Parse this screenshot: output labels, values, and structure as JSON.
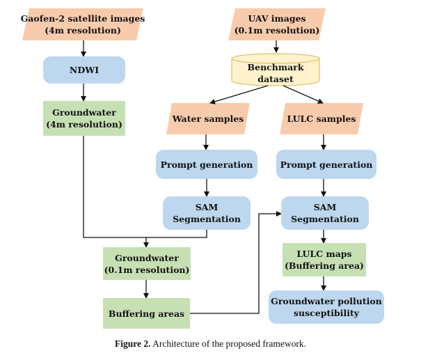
{
  "nodes": {
    "gaofen": {
      "lines": [
        "Gaofen-2 satellite images",
        "(4m resolution)"
      ],
      "fill": "#f8cbad"
    },
    "uav": {
      "lines": [
        "UAV images",
        "(0.1m resolution)"
      ],
      "fill": "#f8cbad"
    },
    "ndwi": {
      "lines": [
        "NDWI"
      ]
    },
    "benchmark": {
      "lines": [
        "Benchmark",
        "dataset"
      ],
      "fill": "#fff2cc",
      "stroke": "#d6b656"
    },
    "groundwater_4m": {
      "lines": [
        "Groundwater",
        "(4m resolution)"
      ]
    },
    "water_samples": {
      "lines": [
        "Water samples"
      ],
      "fill": "#f8cbad"
    },
    "lulc_samples": {
      "lines": [
        "LULC samples"
      ],
      "fill": "#f8cbad"
    },
    "prompt_left": {
      "lines": [
        "Prompt generation"
      ]
    },
    "prompt_right": {
      "lines": [
        "Prompt generation"
      ]
    },
    "sam_left": {
      "lines": [
        "SAM",
        "Segmentation"
      ]
    },
    "sam_right": {
      "lines": [
        "SAM",
        "Segmentation"
      ]
    },
    "groundwater_01m": {
      "lines": [
        "Groundwater",
        "(0.1m resolution)"
      ]
    },
    "lulc_maps": {
      "lines": [
        "LULC maps",
        "(Buffering area)"
      ]
    },
    "buffering": {
      "lines": [
        "Buffering areas"
      ]
    },
    "pollution": {
      "lines": [
        "Groundwater pollution",
        "susceptibility"
      ]
    }
  },
  "caption": {
    "label": "Figure 2.",
    "text": " Architecture of the proposed framework."
  },
  "colors": {
    "input_fill": "#f8cbad",
    "process_fill": "#bdd7ee",
    "output_fill": "#c6e0b4",
    "dataset_fill": "#fff2cc",
    "dataset_stroke": "#d6b656",
    "arrow": "#111111"
  }
}
